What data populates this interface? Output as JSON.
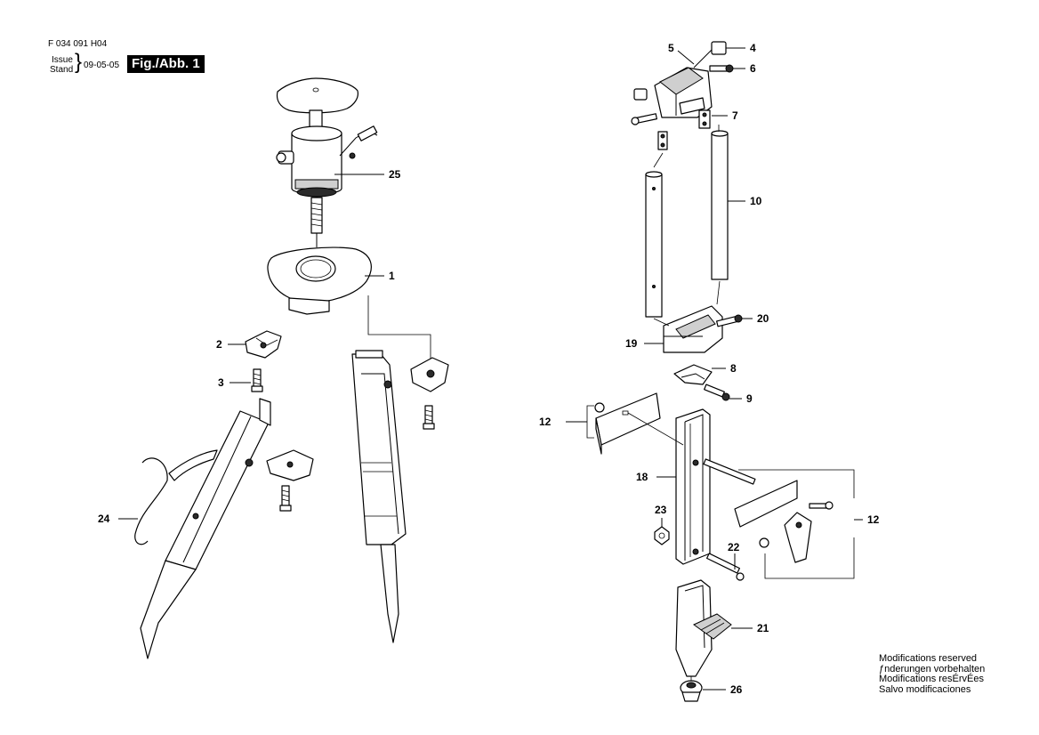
{
  "header": {
    "doc_number": "F 034 091 H04",
    "issue_label": "Issue",
    "stand_label": "Stand",
    "date": "09-05-05",
    "figure": "Fig./Abb. 1"
  },
  "callouts": {
    "p1": "1",
    "p2": "2",
    "p3": "3",
    "p4": "4",
    "p5": "5",
    "p6": "6",
    "p7": "7",
    "p8": "8",
    "p9": "9",
    "p10": "10",
    "p12a": "12",
    "p12b": "12",
    "p18": "18",
    "p19": "19",
    "p20": "20",
    "p21": "21",
    "p22": "22",
    "p23": "23",
    "p24": "24",
    "p25": "25",
    "p26": "26"
  },
  "notes": [
    "Modifications reserved",
    "ƒnderungen vorbehalten",
    "Modifications resÉrvÉes",
    "Salvo modificaciones"
  ]
}
